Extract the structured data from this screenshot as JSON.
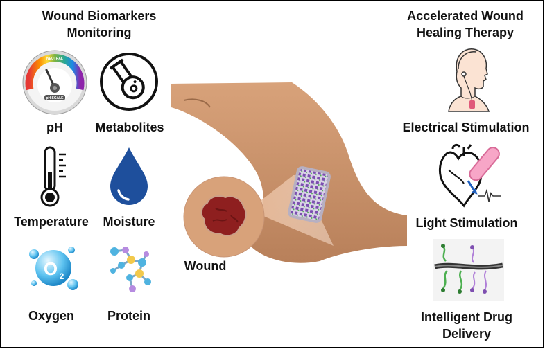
{
  "left_panel": {
    "title_line1": "Wound Biomarkers",
    "title_line2": "Monitoring",
    "biomarkers": [
      {
        "label": "pH",
        "icon": "ph-meter-icon"
      },
      {
        "label": "Metabolites",
        "icon": "flask-icon"
      },
      {
        "label": "Temperature",
        "icon": "thermometer-icon"
      },
      {
        "label": "Moisture",
        "icon": "water-drop-icon"
      },
      {
        "label": "Oxygen",
        "icon": "oxygen-molecule-icon"
      },
      {
        "label": "Protein",
        "icon": "protein-molecule-icon"
      }
    ],
    "gauge_labels": {
      "neutral": "NEUTRAL",
      "scale": "pH SCALE"
    },
    "oxygen_symbol": "O",
    "oxygen_subscript": "2"
  },
  "center": {
    "wound_label": "Wound",
    "colors": {
      "skin": "#c9906a",
      "wound": "#8e1f1f",
      "patch_grid": "#7b4fb0"
    }
  },
  "right_panel": {
    "title_line1": "Accelerated Wound",
    "title_line2": "Healing Therapy",
    "therapies": [
      {
        "label": "Electrical Stimulation",
        "icon": "head-electrode-icon"
      },
      {
        "label": "Light Stimulation",
        "icon": "heart-light-icon"
      },
      {
        "label_line1": "Intelligent Drug",
        "label_line2": "Delivery",
        "icon": "drug-delivery-icon"
      }
    ]
  }
}
